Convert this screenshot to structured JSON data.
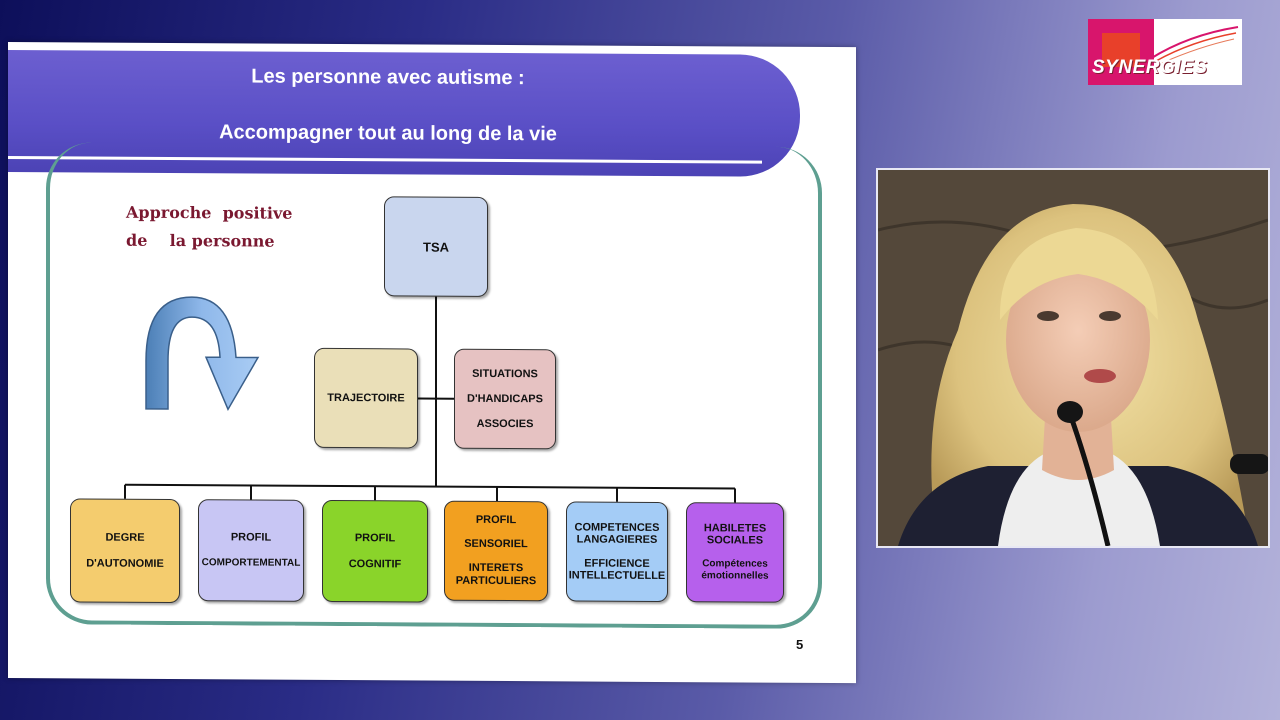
{
  "slide": {
    "title_line1": "Les personne avec autisme :",
    "title_line2": "Accompagner tout au long de la vie",
    "approach_line1": "Approche  positive",
    "approach_line2": "de    la personne",
    "page_number": "5",
    "boxes": {
      "tsa": [
        "TSA"
      ],
      "trajectoire": [
        "TRAJECTOIRE"
      ],
      "situations": [
        "SITUATIONS",
        "D'HANDICAPS",
        "ASSOCIES"
      ],
      "autonomie": [
        "DEGRE",
        "D'AUTONOMIE"
      ],
      "comportemental": [
        "PROFIL",
        "COMPORTEMENTAL"
      ],
      "cognitif": [
        "PROFIL",
        "COGNITIF"
      ],
      "sensoriel": [
        "PROFIL",
        "SENSORIEL",
        "INTERETS",
        "PARTICULIERS"
      ],
      "competences": [
        "COMPETENCES",
        "LANGAGIERES",
        "EFFICIENCE",
        "INTELLECTUELLE"
      ],
      "habiletes": [
        "HABILETES",
        "SOCIALES",
        "Compétences",
        "émotionnelles"
      ]
    },
    "colors": {
      "banner": "#5a4fc6",
      "frame": "#5e9f91",
      "approach_text": "#7a1830",
      "tsa": "#c9d6ee",
      "trajectoire": "#eadfb8",
      "situations": "#e6c2c2",
      "autonomie": "#f4cc6e",
      "comportemental": "#c8c6f4",
      "cognitif": "#8ad42a",
      "sensoriel": "#f2a020",
      "competences": "#a4ccf6",
      "habiletes": "#b660ec"
    }
  },
  "logo": {
    "text": "SYNERGIES",
    "colors": {
      "magenta": "#d8156c",
      "red": "#e8402a"
    }
  },
  "video": {
    "icon": "speaker-video-icon"
  }
}
